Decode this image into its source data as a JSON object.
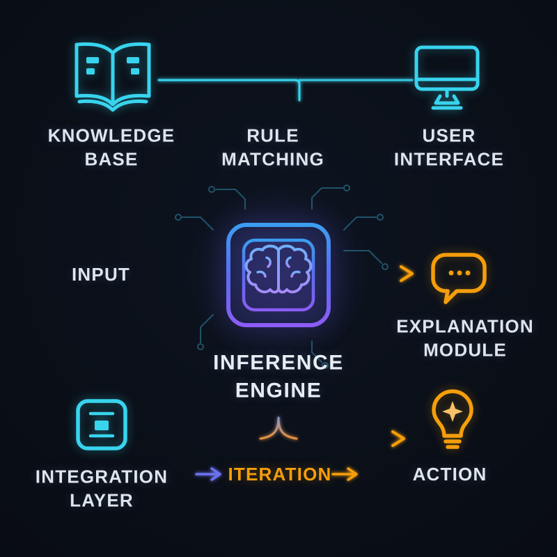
{
  "title": "INFERENCE ENGINE",
  "colors": {
    "cyan": "#38d4ee",
    "blue": "#4f7df0",
    "purple": "#8b5cf6",
    "orange": "#f59e0b",
    "text": "#dfe5ec",
    "background": "#090d13"
  },
  "nodes": {
    "knowledge_base": {
      "label": "KNOWLEDGE\nBASE",
      "icon": "open-book-icon"
    },
    "rule_matching": {
      "label": "RULE\nMATCHING"
    },
    "user_interface": {
      "label": "USER\nINTERFACE",
      "icon": "monitor-icon"
    },
    "input": {
      "label": "INPUT"
    },
    "inference_engine": {
      "label": "INFERENCE\nENGINE",
      "icon": "chip-brain-icon"
    },
    "explanation_module": {
      "label": "EXPLANATION\nMODULE",
      "icon": "speech-bubble-icon"
    },
    "integration_layer": {
      "label": "INTEGRATION\nLAYER",
      "icon": "integration-icon"
    },
    "iteration": {
      "label": "ITERATION"
    },
    "action": {
      "label": "ACTION",
      "icon": "lightbulb-icon"
    }
  },
  "edges": [
    {
      "from": "knowledge_base",
      "to": "inference_engine"
    },
    {
      "from": "user_interface",
      "to": "inference_engine"
    },
    {
      "from": "rule_matching",
      "to": "inference_engine"
    },
    {
      "from": "input",
      "to": "inference_engine"
    },
    {
      "from": "inference_engine",
      "to": "explanation_module"
    },
    {
      "from": "inference_engine",
      "to": "action"
    },
    {
      "from": "integration_layer",
      "to": "action"
    },
    {
      "from": "integration_layer",
      "to": "iteration"
    },
    {
      "from": "iteration",
      "to": "action"
    }
  ]
}
